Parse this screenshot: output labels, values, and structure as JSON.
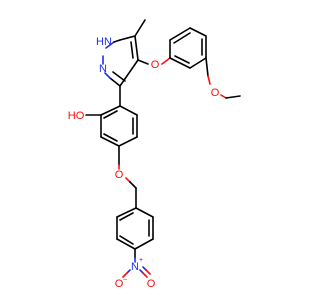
{
  "colors": {
    "background": "#ffffff",
    "bond": "#000000",
    "nitrogen": "#1f2ef2",
    "oxygen": "#ff0d0d"
  },
  "labels": {
    "nh": "HN",
    "n_pyrazole": "N",
    "o_aryl_ether": "O",
    "o_methoxy": "O",
    "oh": "HO",
    "o_benzyl": "O",
    "n_nitro": "N",
    "n_nitro_charge": "+",
    "o_nitro_left": "O",
    "o_nitro_left_charge": "−",
    "o_nitro_right": "O"
  }
}
